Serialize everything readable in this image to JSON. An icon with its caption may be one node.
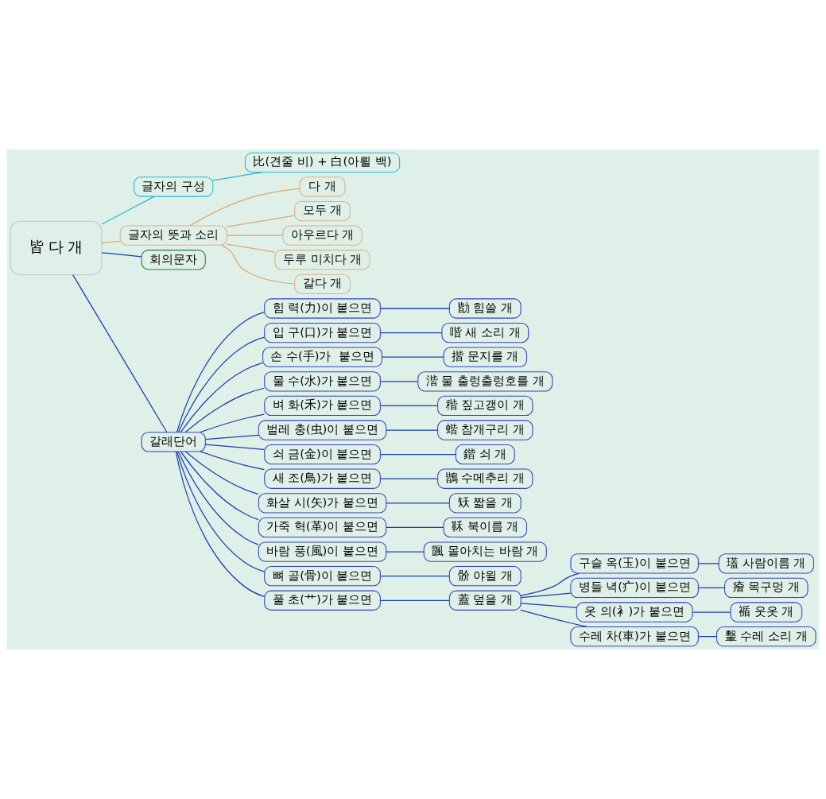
{
  "diagram": {
    "nodes": [
      {
        "text": [
          "皆 다 개"
        ]
      },
      {
        "text": [
          "글자의 구성"
        ]
      },
      {
        "text": [
          "比(견줄 비) + 白(아뢸 백)"
        ]
      },
      {
        "text": [
          "글자의 뜻과 소리"
        ]
      },
      {
        "text": [
          "다 개"
        ]
      },
      {
        "text": [
          "모두 개"
        ]
      },
      {
        "text": [
          "아우르다 개"
        ]
      },
      {
        "text": [
          "두루 미치다 개"
        ]
      },
      {
        "text": [
          "갈다 개"
        ]
      },
      {
        "text": [
          "회의문자"
        ]
      },
      {
        "text": [
          "갈래단어"
        ]
      },
      {
        "text": [
          "힘 력(力)이 붙으면"
        ]
      },
      {
        "text": [
          "勓 힘쓸 개"
        ]
      },
      {
        "text": [
          "입 구(口)가 붙으면"
        ]
      },
      {
        "text": [
          "喈 새 소리 개"
        ]
      },
      {
        "text": [
          "손 수(手)가  붙으면"
        ]
      },
      {
        "text": [
          "揩 문지를 개"
        ]
      },
      {
        "text": [
          "물 수(水)가 붙으면"
        ]
      },
      {
        "text": [
          "湝 물 출렁출렁호를 개"
        ]
      },
      {
        "text": [
          "벼 화(禾)가 붙으면"
        ]
      },
      {
        "text": [
          "稭 짚고갱이 개"
        ]
      },
      {
        "text": [
          "벌레 충(虫)이 붙으면"
        ]
      },
      {
        "text": [
          "蝔 참개구리 개"
        ]
      },
      {
        "text": [
          "쇠 금(金)이 붙으면"
        ]
      },
      {
        "text": [
          "鍇 쇠 개"
        ]
      },
      {
        "text": [
          "새 조(鳥)가 붙으면"
        ]
      },
      {
        "text": [
          "鶛 수메추리 개"
        ]
      },
      {
        "text": [
          "화살 시(矢)가 붙으면"
        ]
      },
      {
        "text": [
          "矨 짧을 개"
        ]
      },
      {
        "text": [
          "가죽 혁(革)이 붙으면"
        ]
      },
      {
        "text": [
          "鞂 북이름 개"
        ]
      },
      {
        "text": [
          "바람 풍(風)이 붙으면"
        ]
      },
      {
        "text": [
          "颽 몰아치는 바람 개"
        ]
      },
      {
        "text": [
          "뼈 골(骨)이 붙으면"
        ]
      },
      {
        "text": [
          "骱 야윌 개"
        ]
      },
      {
        "text": [
          "풀 초(艹)가 붙으면"
        ]
      },
      {
        "text": [
          "蓋 덮을 개"
        ]
      },
      {
        "text": [
          "구슬 옥(玉)이 붙으면"
        ]
      },
      {
        "text": [
          "瓂 사람이름 개"
        ]
      },
      {
        "text": [
          "병들 녁(疒)이 붙으면"
        ]
      },
      {
        "text": [
          "癐 목구멍 개"
        ]
      },
      {
        "text": [
          "옷 의(衤)가 붙으면"
        ]
      },
      {
        "text": [
          "䙉 웃옷 개"
        ]
      },
      {
        "text": [
          "수레 차(車)가 붙으면"
        ]
      },
      {
        "text": [
          "轚 수레 소리 개"
        ]
      }
    ],
    "edges": [
      {
        "from": 0,
        "to": 1,
        "arrow": "none",
        "color": "#29b6d6"
      },
      {
        "from": 1,
        "to": 2,
        "arrow": "none",
        "color": "#29b6d6"
      },
      {
        "from": 0,
        "to": 3,
        "arrow": "none",
        "color": "#e0a868"
      },
      {
        "from": 3,
        "to": 4,
        "arrow": "none",
        "color": "#e0a868"
      },
      {
        "from": 3,
        "to": 5,
        "arrow": "none",
        "color": "#e0a868"
      },
      {
        "from": 3,
        "to": 6,
        "arrow": "none",
        "color": "#e0a868"
      },
      {
        "from": 3,
        "to": 7,
        "arrow": "none",
        "color": "#e0a868"
      },
      {
        "from": 3,
        "to": 8,
        "arrow": "none",
        "color": "#e0a868"
      },
      {
        "from": 0,
        "to": 9,
        "arrow": "none"
      },
      {
        "from": 0,
        "to": 10,
        "arrow": "none"
      },
      {
        "from": 10,
        "to": 11,
        "arrow": "none"
      },
      {
        "from": 11,
        "to": 12,
        "arrow": "none"
      },
      {
        "from": 10,
        "to": 13,
        "arrow": "none"
      },
      {
        "from": 13,
        "to": 14,
        "arrow": "none"
      },
      {
        "from": 10,
        "to": 15,
        "arrow": "none"
      },
      {
        "from": 15,
        "to": 16,
        "arrow": "none"
      },
      {
        "from": 10,
        "to": 17,
        "arrow": "none"
      },
      {
        "from": 17,
        "to": 18,
        "arrow": "none"
      },
      {
        "from": 10,
        "to": 19,
        "arrow": "none"
      },
      {
        "from": 19,
        "to": 20,
        "arrow": "none"
      },
      {
        "from": 10,
        "to": 21,
        "arrow": "none"
      },
      {
        "from": 21,
        "to": 22,
        "arrow": "none"
      },
      {
        "from": 10,
        "to": 23,
        "arrow": "none"
      },
      {
        "from": 23,
        "to": 24,
        "arrow": "none"
      },
      {
        "from": 10,
        "to": 25,
        "arrow": "none"
      },
      {
        "from": 25,
        "to": 26,
        "arrow": "none"
      },
      {
        "from": 10,
        "to": 27,
        "arrow": "none"
      },
      {
        "from": 27,
        "to": 28,
        "arrow": "none"
      },
      {
        "from": 10,
        "to": 29,
        "arrow": "none"
      },
      {
        "from": 29,
        "to": 30,
        "arrow": "none"
      },
      {
        "from": 10,
        "to": 31,
        "arrow": "none"
      },
      {
        "from": 31,
        "to": 32,
        "arrow": "none"
      },
      {
        "from": 10,
        "to": 33,
        "arrow": "none"
      },
      {
        "from": 33,
        "to": 34,
        "arrow": "none"
      },
      {
        "from": 10,
        "to": 35,
        "arrow": "none"
      },
      {
        "from": 35,
        "to": 36,
        "arrow": "none"
      },
      {
        "from": 36,
        "to": 37,
        "arrow": "none"
      },
      {
        "from": 37,
        "to": 38,
        "arrow": "none"
      },
      {
        "from": 36,
        "to": 39,
        "arrow": "none"
      },
      {
        "from": 39,
        "to": 40,
        "arrow": "none"
      },
      {
        "from": 36,
        "to": 41,
        "arrow": "none"
      },
      {
        "from": 41,
        "to": 42,
        "arrow": "none"
      },
      {
        "from": 36,
        "to": 43,
        "arrow": "none"
      },
      {
        "from": 43,
        "to": 44,
        "arrow": "none"
      }
    ]
  }
}
